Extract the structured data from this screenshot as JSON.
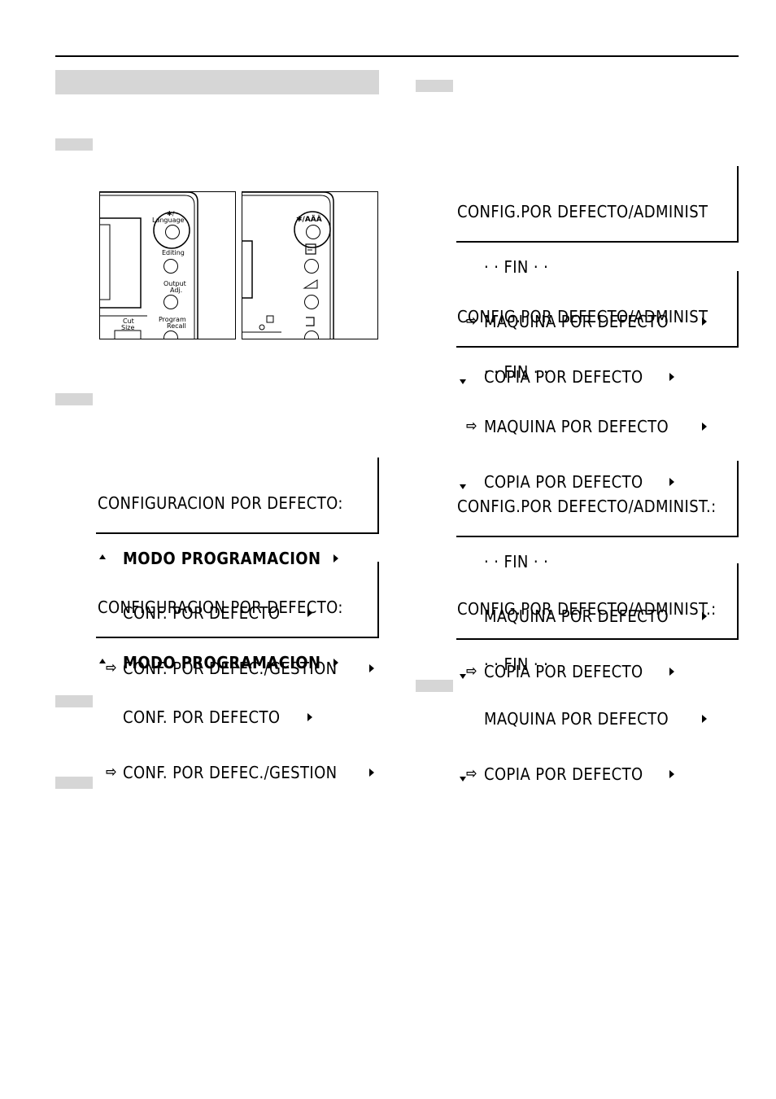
{
  "left_panel": {
    "labels": {
      "language": "Language",
      "editing": "Editing",
      "output": "Output",
      "adj": "Adj.",
      "program": "Program",
      "recall": "Recall",
      "cut": "Cut",
      "size": "Size",
      "star_symbol": "✱/"
    }
  },
  "right_panel": {
    "labels": {
      "lang_key": "✱/AÄÂ"
    }
  },
  "lcd_a1": {
    "title": "CONFIGURACION POR DEFECTO:",
    "line1": "MODO PROGRAMACION",
    "line2": "CONF. POR DEFECTO",
    "line3": "CONF. POR DEFEC./GESTION"
  },
  "lcd_a2": {
    "title": "CONFIGURACION POR DEFECTO:",
    "line1": "MODO PROGRAMACION",
    "line2": "CONF. POR DEFECTO",
    "line3": "CONF. POR DEFEC./GESTION"
  },
  "lcd_b1": {
    "title": "CONFIG.POR DEFECTO/ADMINIST",
    "line1": "· · FIN · ·",
    "line2": "MAQUINA POR DEFECTO",
    "line3": "COPIA POR DEFECTO"
  },
  "lcd_b2": {
    "title": "CONFIG.POR DEFECTO/ADMINIST",
    "line1": "· · FIN · ·",
    "line2": "MAQUINA POR DEFECTO",
    "line3": "COPIA POR DEFECTO"
  },
  "lcd_c1": {
    "title": "CONFIG.POR DEFECTO/ADMINIST.:",
    "line1": "· · FIN · ·",
    "line2": "MAQUINA POR DEFECTO",
    "line3": "COPIA POR DEFECTO"
  },
  "lcd_c2": {
    "title": "CONFIG.POR DEFECTO/ADMINIST.:",
    "line1": "· · FIN · ·",
    "line2": "MAQUINA POR DEFECTO",
    "line3": "COPIA POR DEFECTO"
  },
  "icons": {
    "cursor": "hollow-right-arrow",
    "more": "right-triangle",
    "scroll_up": "up-triangle",
    "scroll_down": "down-triangle"
  }
}
